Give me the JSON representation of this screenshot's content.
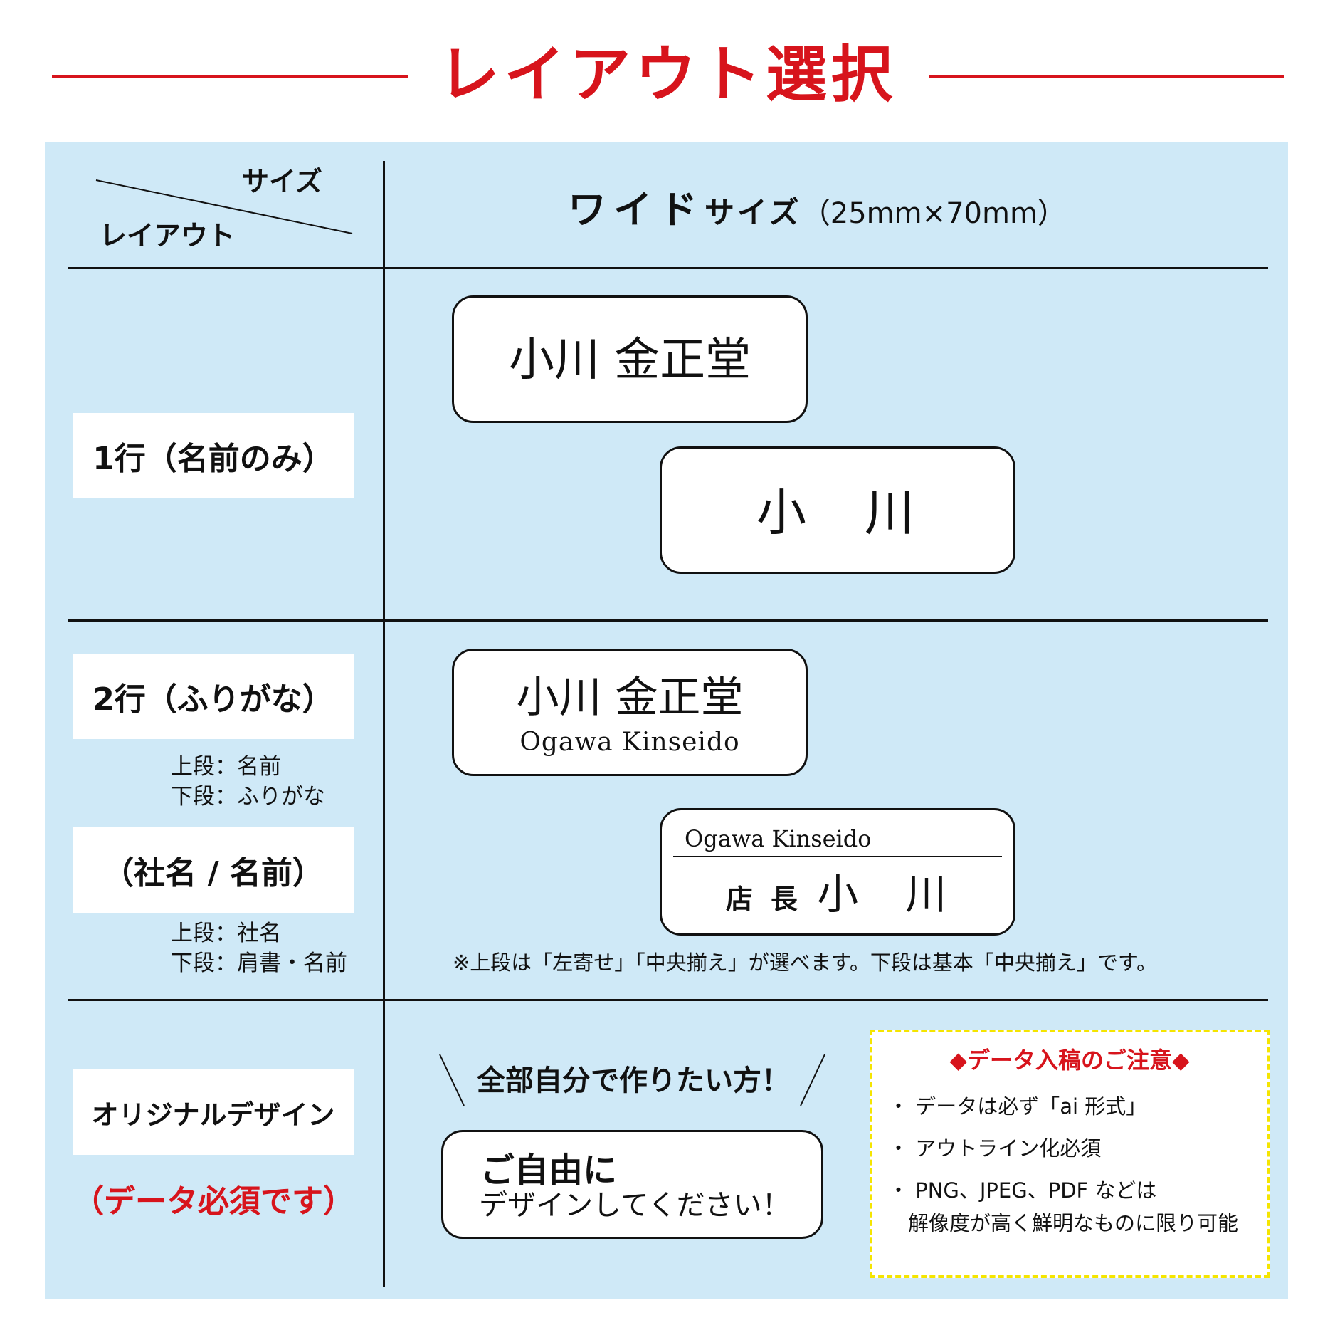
{
  "page_title": "レイアウト選択",
  "header": {
    "corner_top": "サイズ",
    "corner_bottom": "レイアウト",
    "size_main": "ワイド",
    "size_word": "サイズ",
    "size_dims": "（25mm×70mm）"
  },
  "row1": {
    "label": "1行（名前のみ）",
    "tag1_text": "小川 金正堂",
    "tag2_text": "小　川"
  },
  "row2": {
    "label_a": "2行（ふりがな）",
    "note_a1": "上段：名前",
    "note_a2": "下段：ふりがな",
    "label_b": "（社名 / 名前）",
    "note_b1": "上段：社名",
    "note_b2": "下段：肩書・名前",
    "tag1_main": "小川 金正堂",
    "tag1_sub": "Ogawa Kinseido",
    "tag2_top": "Ogawa Kinseido",
    "tag2_title": "店 長",
    "tag2_name": "小　川",
    "footnote": "※上段は「左寄せ」「中央揃え」が選べます。下段は基本「中央揃え」です。"
  },
  "row3": {
    "label": "オリジナルデザイン",
    "label_red": "（データ必須です）",
    "callout": "全部自分で作りたい方！",
    "free_bold": "ご自由に",
    "free_text": "デザインしてください！",
    "caution_title": "◆データ入稿のご注意◆",
    "bullets": [
      "・ データは必ず「ai 形式」",
      "・ アウトライン化必須",
      "・ PNG、JPEG、PDF などは",
      "解像度が高く鮮明なものに限り可能"
    ]
  },
  "colors": {
    "accent": "#d7141c",
    "panel": "#cfe9f7",
    "caution_border": "#f5e500"
  }
}
